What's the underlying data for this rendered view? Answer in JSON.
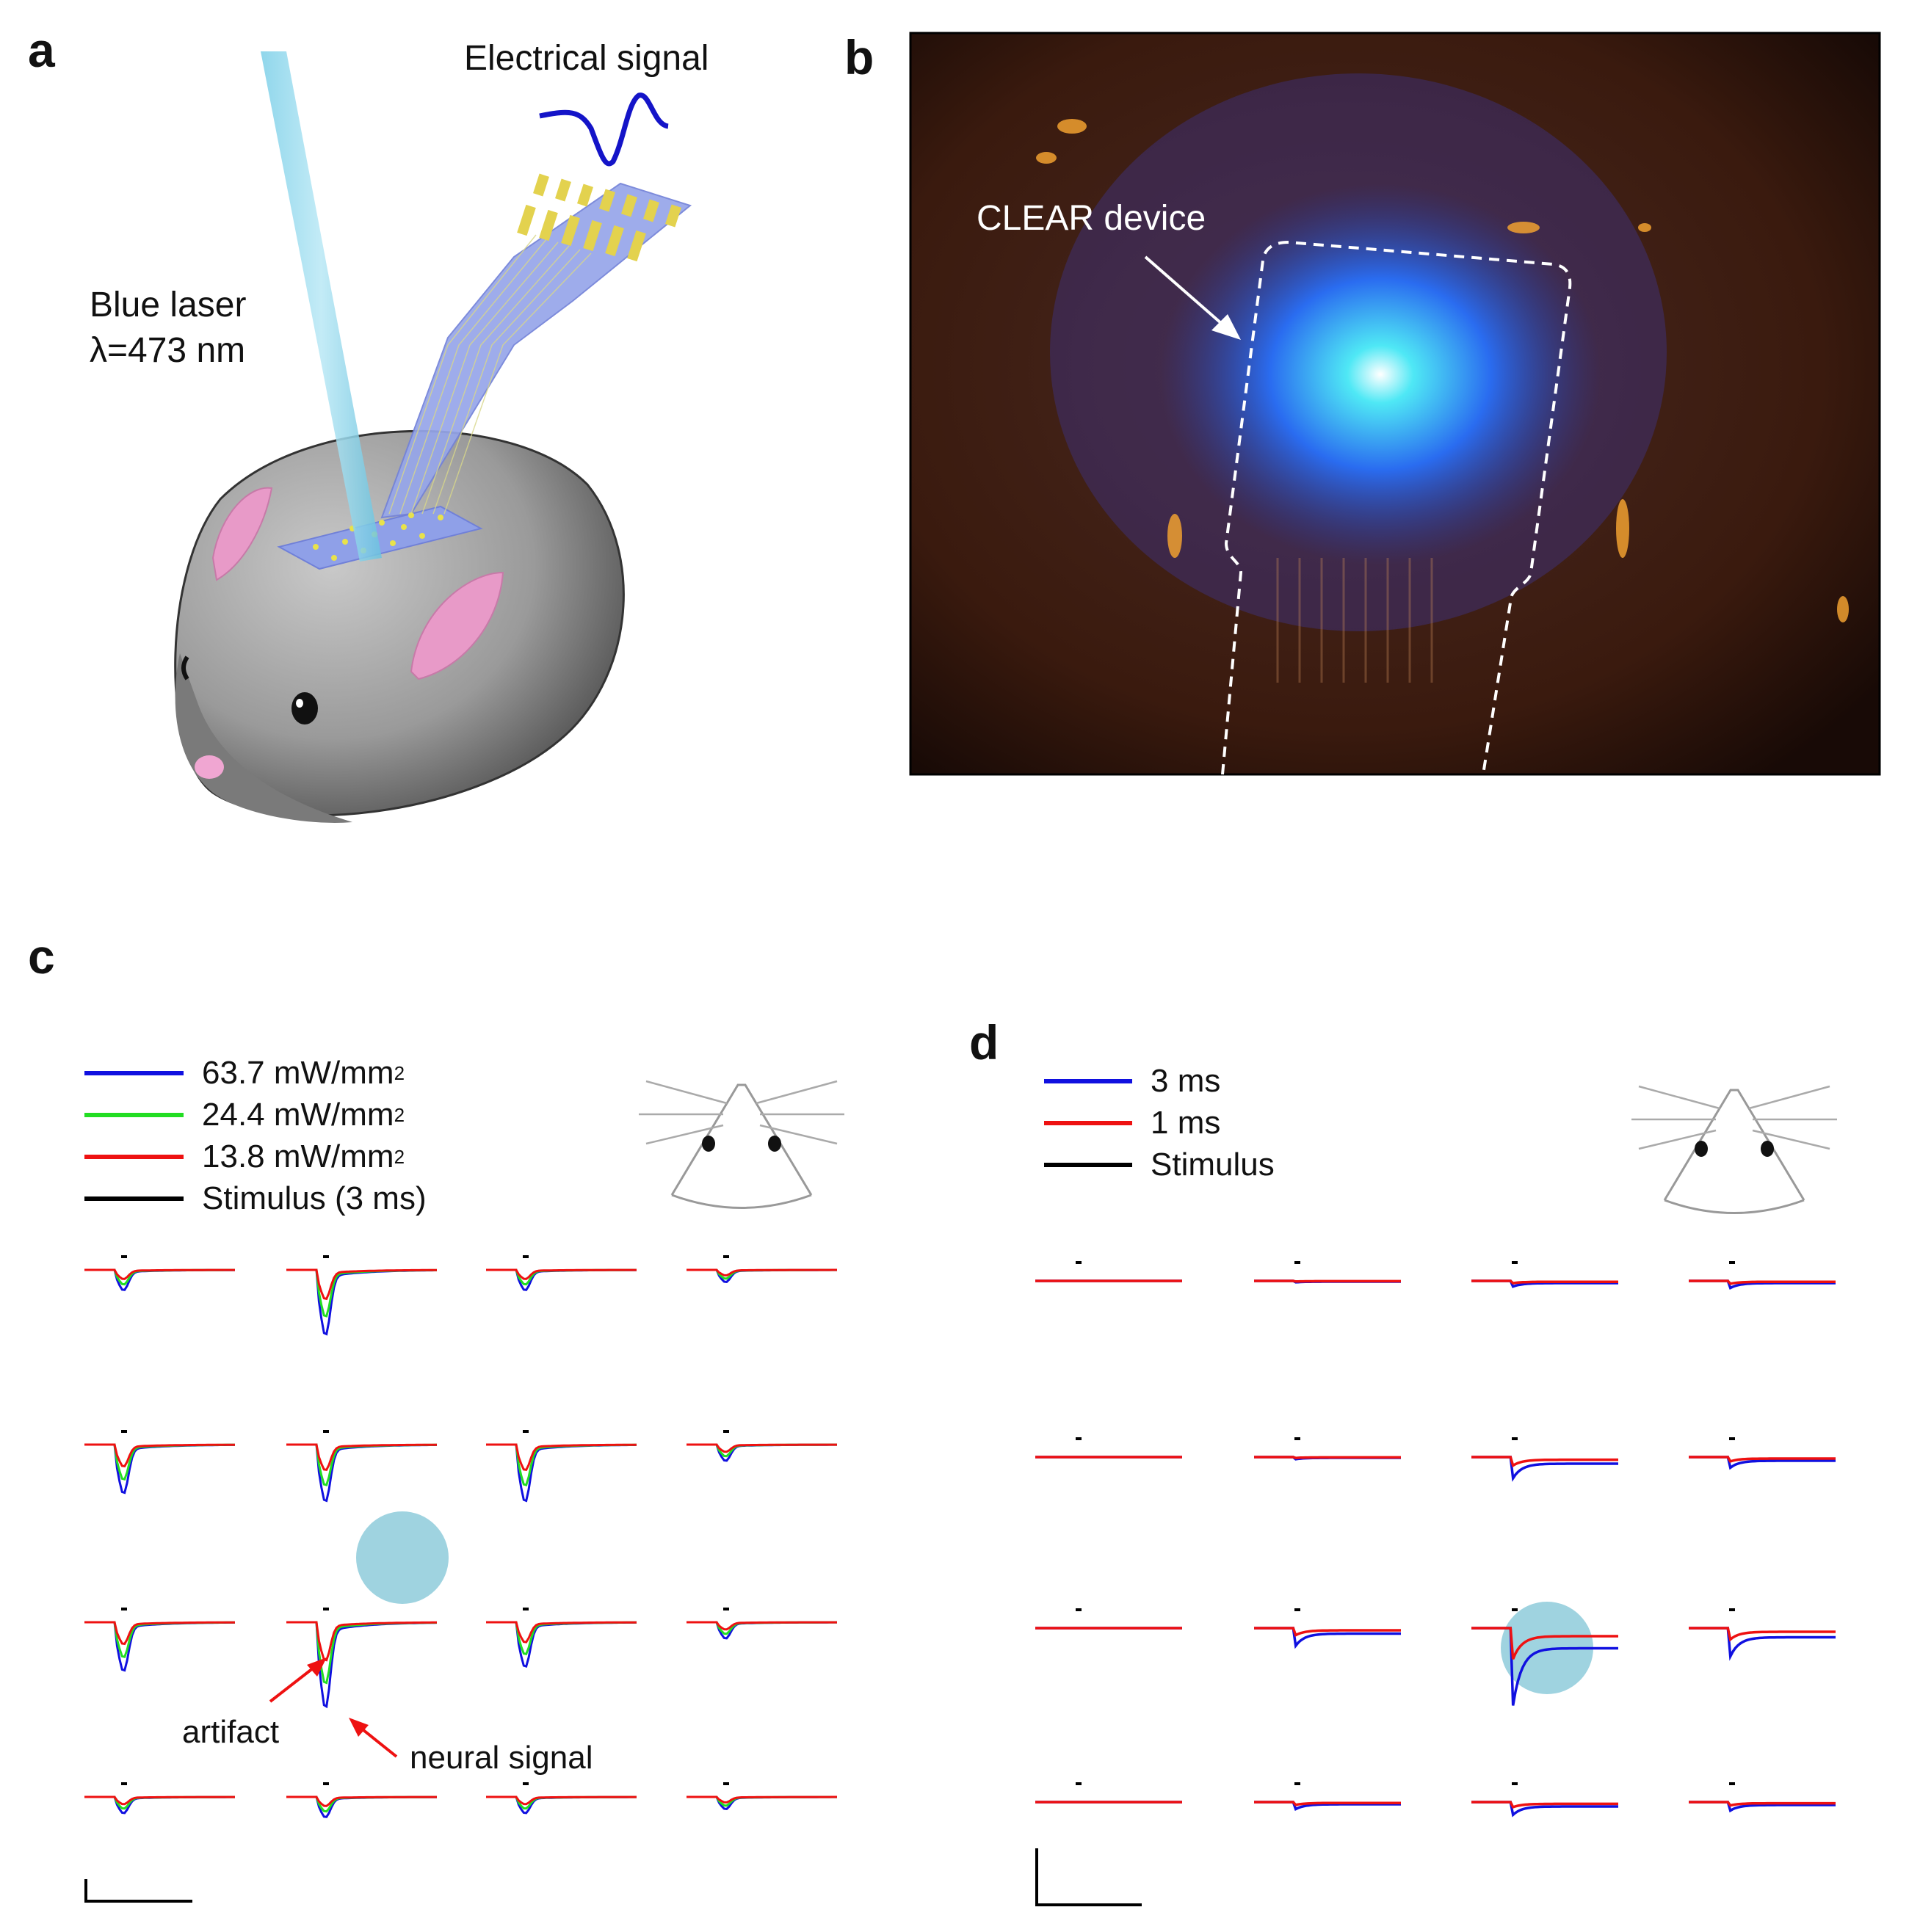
{
  "panels": {
    "a": {
      "letter": "a",
      "laser_label_1": "Blue laser",
      "laser_label_2": "λ=473 nm",
      "signal_label": "Electrical signal"
    },
    "b": {
      "letter": "b",
      "device_label": "CLEAR device"
    },
    "c": {
      "letter": "c",
      "legend": [
        {
          "value": "63.7",
          "unit": "mW/mm",
          "exp": "2",
          "color": "#1010e0"
        },
        {
          "value": "24.4",
          "unit": "mW/mm",
          "exp": "2",
          "color": "#22dd22"
        },
        {
          "value": "13.8",
          "unit": "mW/mm",
          "exp": "2",
          "color": "#ee1111"
        },
        {
          "label": "Stimulus (3 ms)",
          "color": "#000000"
        }
      ],
      "annotation_artifact": "artifact",
      "annotation_neural": "neural signal"
    },
    "d": {
      "letter": "d",
      "legend": [
        {
          "label": "3 ms",
          "color": "#1010e0"
        },
        {
          "label": "1 ms",
          "color": "#ee1111"
        },
        {
          "label": "Stimulus",
          "color": "#000000"
        }
      ]
    }
  },
  "colors": {
    "blue": "#1010e0",
    "green": "#22dd22",
    "red": "#ee1111",
    "spot": "#9fd3e0",
    "photo_bg": "#3a1a0e"
  }
}
